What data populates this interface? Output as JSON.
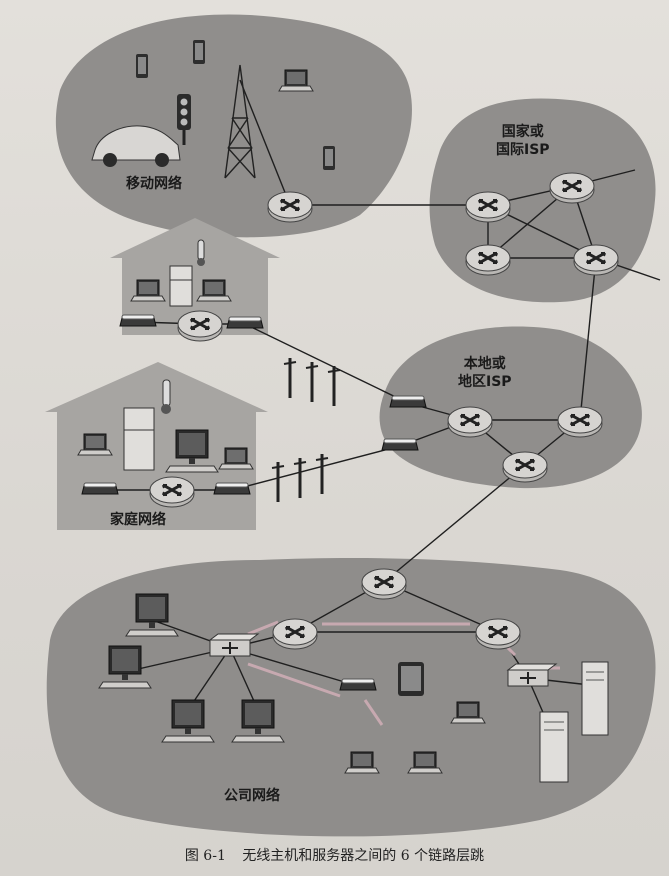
{
  "labels": {
    "mobile_network": "移动网络",
    "international_isp_line1": "国家或",
    "international_isp_line2": "国际ISP",
    "local_isp_line1": "本地或",
    "local_isp_line2": "地区ISP",
    "home_network": "家庭网络",
    "enterprise_network": "公司网络"
  },
  "caption": {
    "figure_number": "图 6-1",
    "title": "无线主机和服务器之间的 6 个链路层跳"
  },
  "colors": {
    "cloud": "#8f8d8b",
    "router": "#d2d0cd",
    "link": "#1f1f1f",
    "house": "#a8a6a3",
    "highlight_arrow": "#c7a9b0"
  },
  "icons": [
    "router-icon",
    "switch-icon",
    "laptop-icon",
    "desktop-icon",
    "phone-icon",
    "tablet-icon",
    "car-icon",
    "traffic-light-icon",
    "cell-tower-icon",
    "refrigerator-icon",
    "thermometer-icon",
    "modem-icon",
    "server-icon",
    "utility-pole-icon"
  ]
}
